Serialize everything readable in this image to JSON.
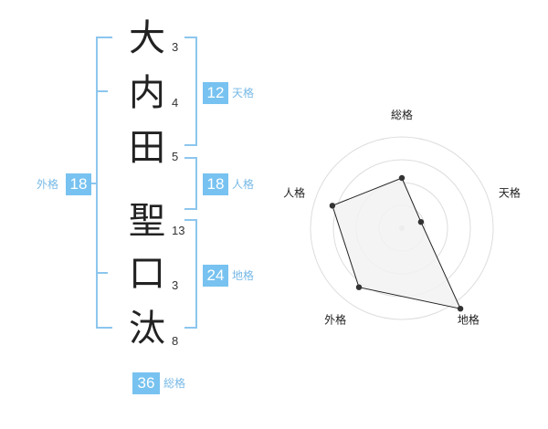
{
  "name_characters": [
    {
      "char": "大",
      "strokes": "3"
    },
    {
      "char": "内",
      "strokes": "4"
    },
    {
      "char": "田",
      "strokes": "5"
    },
    {
      "char": "聖",
      "strokes": "13"
    },
    {
      "char": "口",
      "strokes": "3"
    },
    {
      "char": "汰",
      "strokes": "8"
    }
  ],
  "fortunes": {
    "tenkaku": {
      "label": "天格",
      "value": "12"
    },
    "jinkaku": {
      "label": "人格",
      "value": "18"
    },
    "chikaku": {
      "label": "地格",
      "value": "24"
    },
    "gaikaku": {
      "label": "外格",
      "value": "18"
    },
    "soukaku": {
      "label": "総格",
      "value": "36"
    }
  },
  "colors": {
    "accent": "#77c2f0",
    "bracket": "#8cc6ee",
    "radar_fill": "#f2f2f2",
    "radar_line": "#222222"
  },
  "chart_data": {
    "type": "radar",
    "axes": [
      "総格",
      "天格",
      "地格",
      "外格",
      "人格"
    ],
    "series": [
      {
        "values": [
          0.55,
          0.22,
          1.09,
          0.8,
          0.8
        ]
      }
    ],
    "rings": 4,
    "range": [
      0,
      1
    ]
  }
}
